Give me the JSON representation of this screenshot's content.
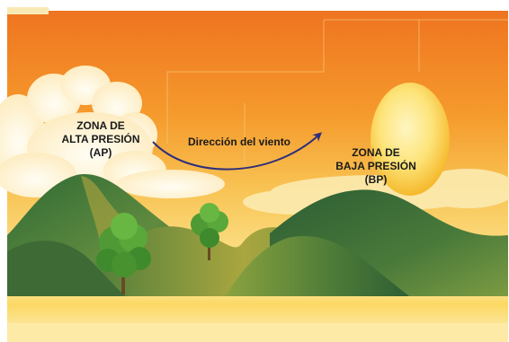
{
  "high_pressure": {
    "line1": "ZONA DE",
    "line2": "ALTA PRESIÓN",
    "line3": "(AP)"
  },
  "low_pressure": {
    "line1": "ZONA DE",
    "line2": "BAJA PRESIÓN",
    "line3": "(BP)"
  },
  "wind": {
    "label": "Dirección del viento"
  },
  "colors": {
    "sky_top": "#f07a1e",
    "sky_mid": "#f6b03a",
    "sky_low": "#fbe27e",
    "ground": "#fde68a",
    "sun": "#fbd33a",
    "mountain_dark": "#2f5e33",
    "mountain_light": "#a7a43e",
    "arrow": "#2e2f7a",
    "tree": "#58a83a"
  }
}
